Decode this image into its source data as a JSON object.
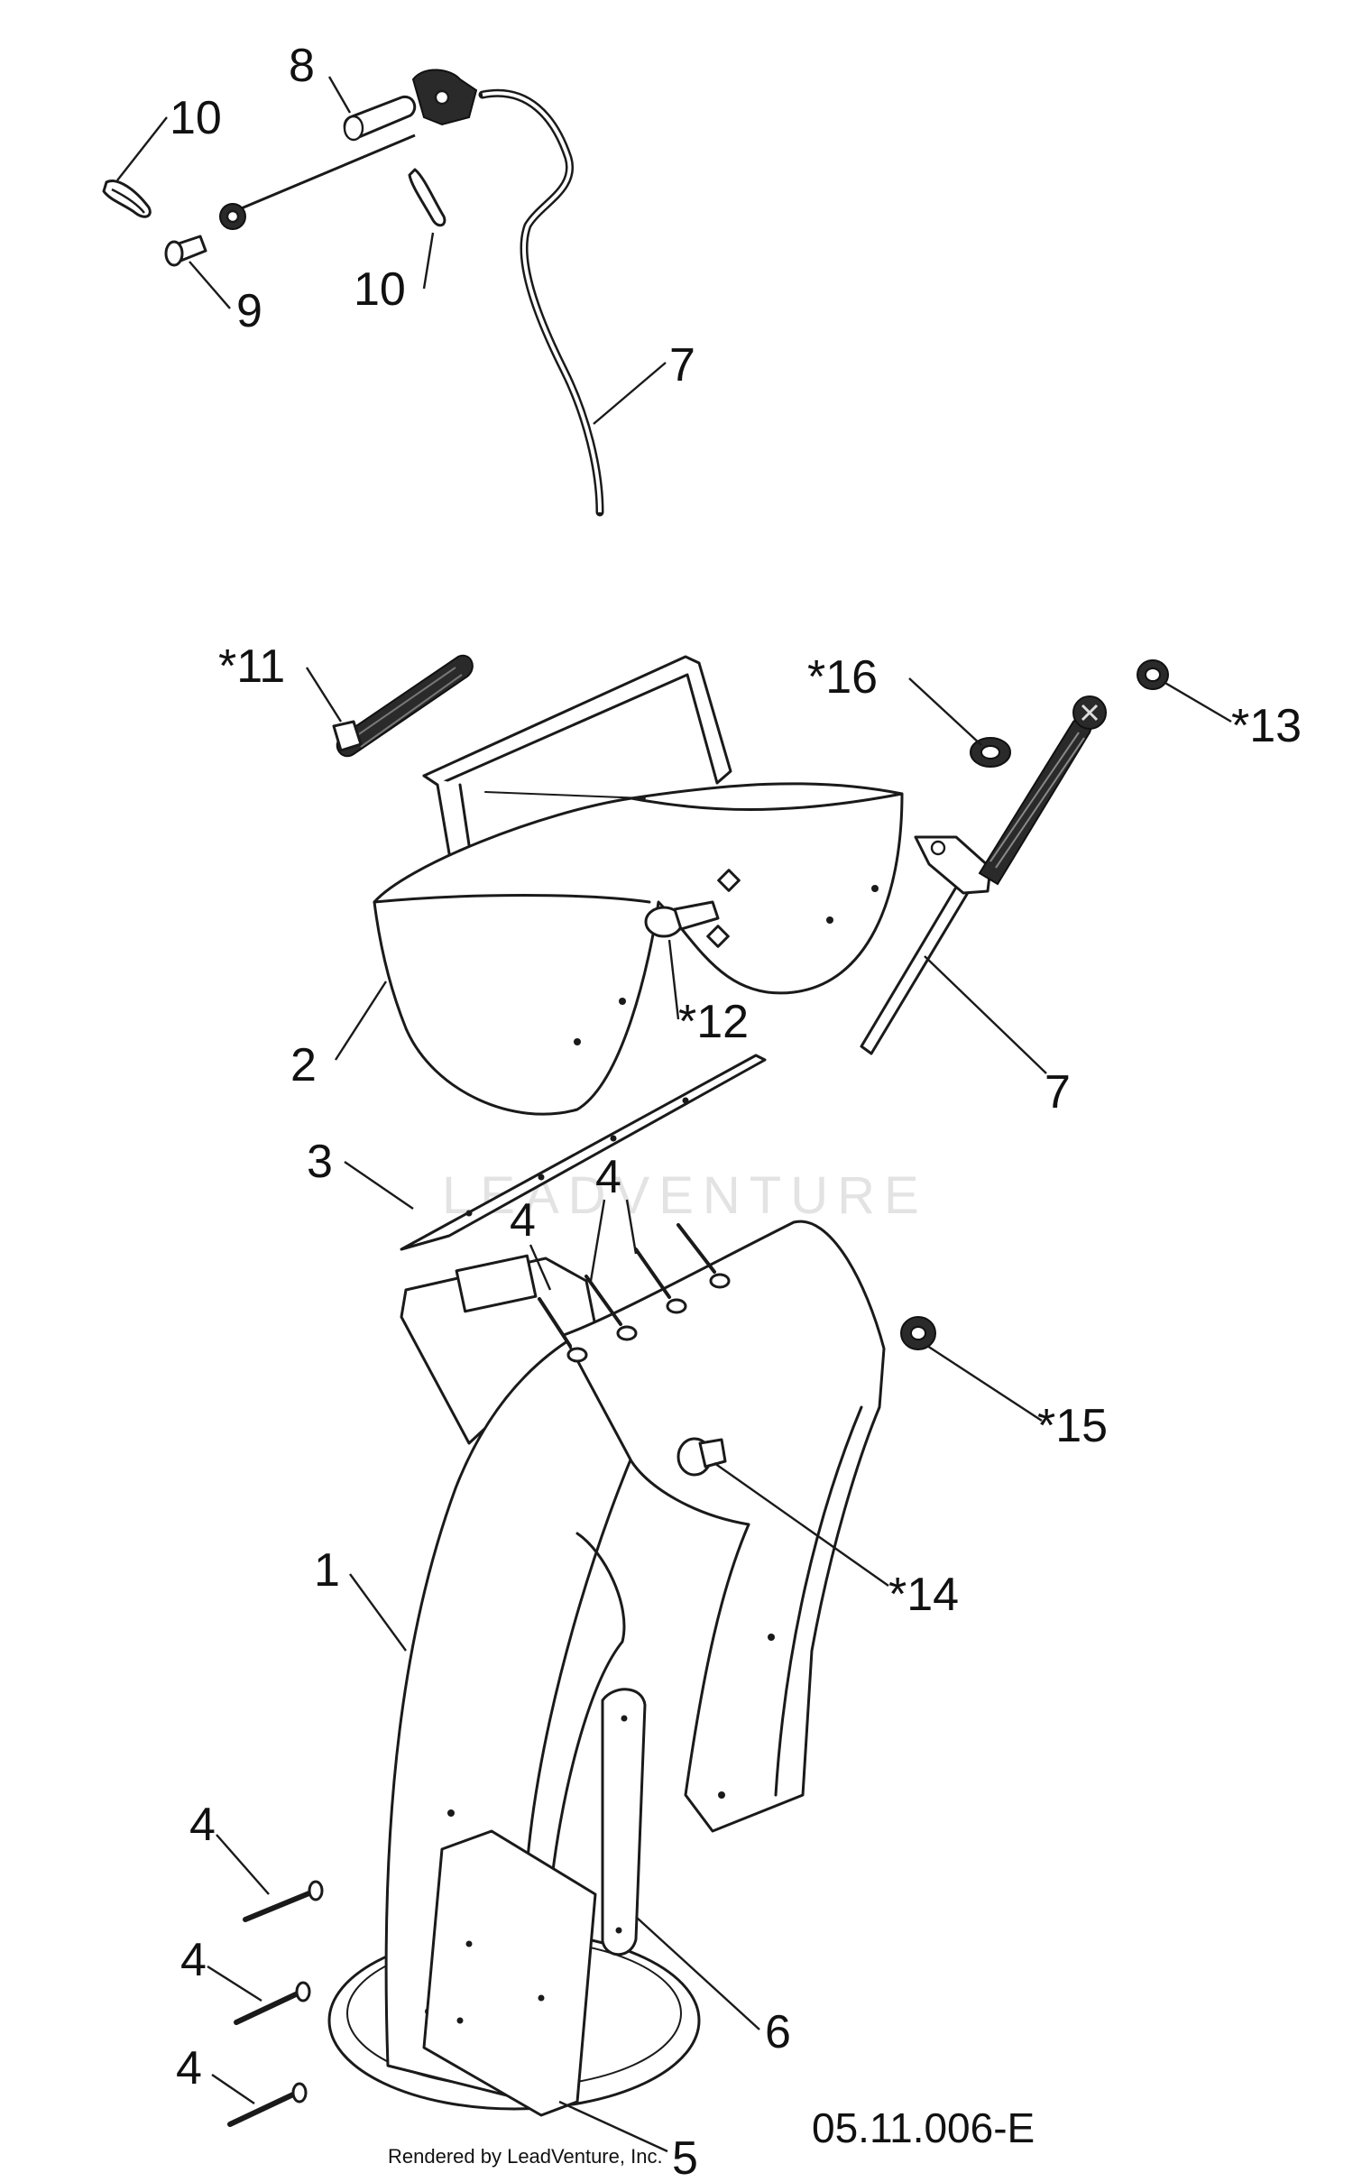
{
  "callouts": {
    "c8": "8",
    "c10a": "10",
    "c10b": "10",
    "c9": "9",
    "c7a": "7",
    "c11": "*11",
    "c16": "*16",
    "c13": "*13",
    "c12": "*12",
    "c2": "2",
    "c7b": "7",
    "c3": "3",
    "c4a": "4",
    "c4b": "4",
    "c15": "*15",
    "c14": "*14",
    "c1": "1",
    "c4c": "4",
    "c4d": "4",
    "c4e": "4",
    "c6": "6",
    "c5": "5"
  },
  "watermark": "LEADVENTURE",
  "drawing_number": "05.11.006-E",
  "credit": "Rendered by LeadVenture, Inc."
}
